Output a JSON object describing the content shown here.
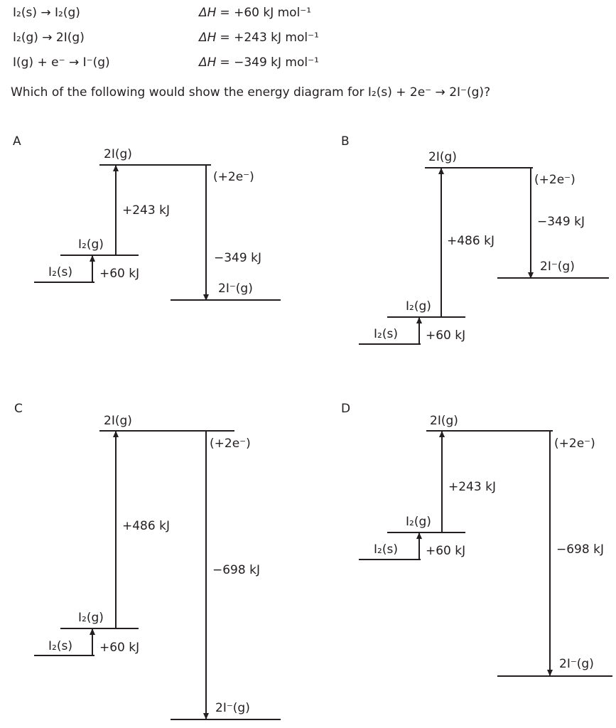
{
  "page": {
    "background": "#ffffff",
    "text_color": "#231f20"
  },
  "equations": [
    {
      "reaction": "I₂(s) → I₂(g)",
      "dh_symbol": "ΔH",
      "dh_value": "= +60 kJ mol⁻¹"
    },
    {
      "reaction": "I₂(g) → 2I(g)",
      "dh_symbol": "ΔH",
      "dh_value": "= +243 kJ mol⁻¹"
    },
    {
      "reaction": "I(g) + e⁻ → I⁻(g)",
      "dh_symbol": "ΔH",
      "dh_value": "= −349 kJ mol⁻¹"
    }
  ],
  "question": "Which of the following would show the energy diagram for I₂(s) + 2e⁻ → 2I⁻(g)?",
  "options": {
    "A": {
      "letter": "A",
      "top_level": "2I(g)",
      "electrons": "(+2e⁻)",
      "up2": "+243 kJ",
      "mid_level": "I₂(g)",
      "bottom_level": "I₂(s)",
      "up1": "+60 kJ",
      "down": "−349 kJ",
      "product_level": "2I⁻(g)"
    },
    "B": {
      "letter": "B",
      "top_level": "2I(g)",
      "electrons": "(+2e⁻)",
      "up2": "+486 kJ",
      "mid_level": "I₂(g)",
      "bottom_level": "I₂(s)",
      "up1": "+60 kJ",
      "down": "−349 kJ",
      "product_level": "2I⁻(g)"
    },
    "C": {
      "letter": "C",
      "top_level": "2I(g)",
      "electrons": "(+2e⁻)",
      "up2": "+486 kJ",
      "mid_level": "I₂(g)",
      "bottom_level": "I₂(s)",
      "up1": "+60 kJ",
      "down": "−698 kJ",
      "product_level": "2I⁻(g)"
    },
    "D": {
      "letter": "D",
      "top_level": "2I(g)",
      "electrons": "(+2e⁻)",
      "up2": "+243 kJ",
      "mid_level": "I₂(g)",
      "bottom_level": "I₂(s)",
      "up1": "+60 kJ",
      "down": "−698 kJ",
      "product_level": "2I⁻(g)"
    }
  }
}
